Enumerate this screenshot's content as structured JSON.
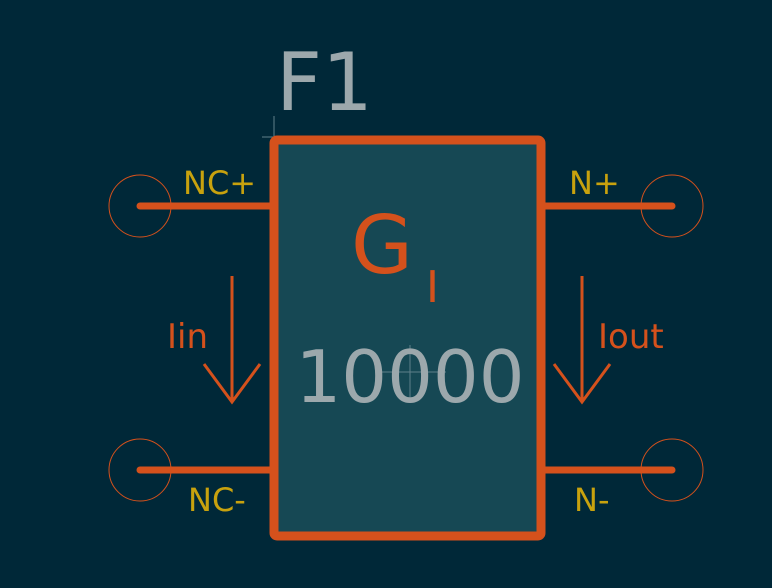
{
  "colors": {
    "background": "#002838",
    "body_fill": "#164854",
    "outline": "#d4511c",
    "pin_label": "#c8a20e",
    "reference": "#9ca8ac",
    "value": "#9ca8ac",
    "cursor_cross": "#5f7f8a"
  },
  "component": {
    "reference": "F1",
    "symbol_main": "G",
    "symbol_sub": "I",
    "value": "10000"
  },
  "pins": {
    "nc_plus": "NC+",
    "nc_minus": "NC-",
    "n_plus": "N+",
    "n_minus": "N-"
  },
  "currents": {
    "input": "Iin",
    "output": "Iout"
  }
}
